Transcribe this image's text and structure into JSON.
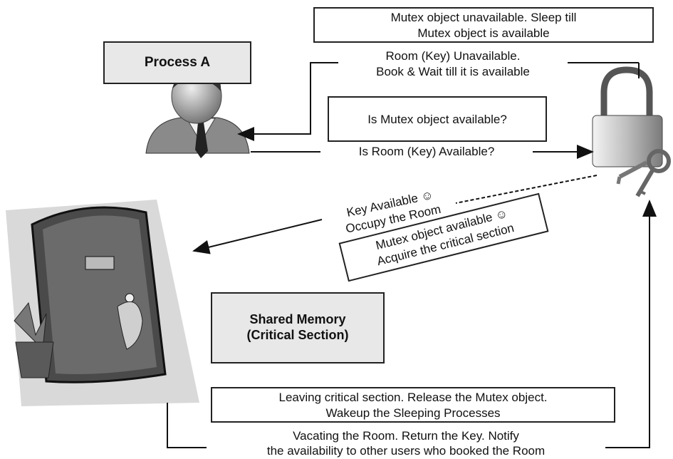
{
  "process_box": "Process A",
  "mutex_unavailable": [
    "Mutex object unavailable. Sleep till",
    "Mutex object is available"
  ],
  "room_unavailable": [
    "Room (Key) Unavailable.",
    "Book & Wait till it is available"
  ],
  "mutex_question": "Is Mutex object available?",
  "room_question": "Is Room (Key) Available?",
  "key_available": [
    "Key Available ☺",
    "Occupy the Room"
  ],
  "mutex_available": [
    "Mutex object available ☺",
    "Acquire the critical section"
  ],
  "shared_memory": [
    "Shared Memory",
    "(Critical Section)"
  ],
  "leaving": [
    "Leaving critical section. Release the Mutex object.",
    "Wakeup the Sleeping Processes"
  ],
  "vacating": [
    "Vacating the Room. Return the Key. Notify",
    "the availability to other users who booked the Room"
  ]
}
